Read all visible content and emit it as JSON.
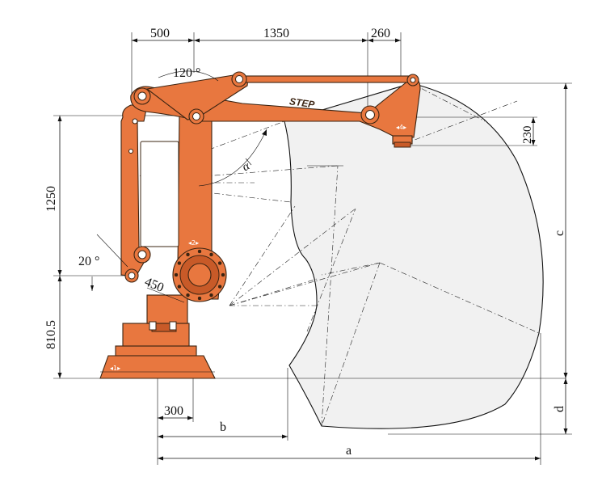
{
  "dimensions": {
    "link_offset": "500",
    "upper_arm_length": "1350",
    "wrist_offset": "260",
    "lower_arm_height": "1250",
    "flange_drop": "230",
    "base_height": "810.5",
    "base_offset": "300",
    "link_angle": "120 °",
    "tilt_angle": "20 °",
    "joint_circle": "450",
    "reach_a": "a",
    "reach_b": "b",
    "height_c": "c",
    "depth_d": "d",
    "axis_angle": "α"
  },
  "brand_label": "STEP",
  "axis_labels": {
    "axis1": "◂1▸",
    "axis2": "◂2▸",
    "axis4": "◂4▸"
  },
  "colors": {
    "robot_orange": "#e8773f",
    "robot_outline": "#3b2412",
    "envelope_fill": "#f1f1f1"
  }
}
